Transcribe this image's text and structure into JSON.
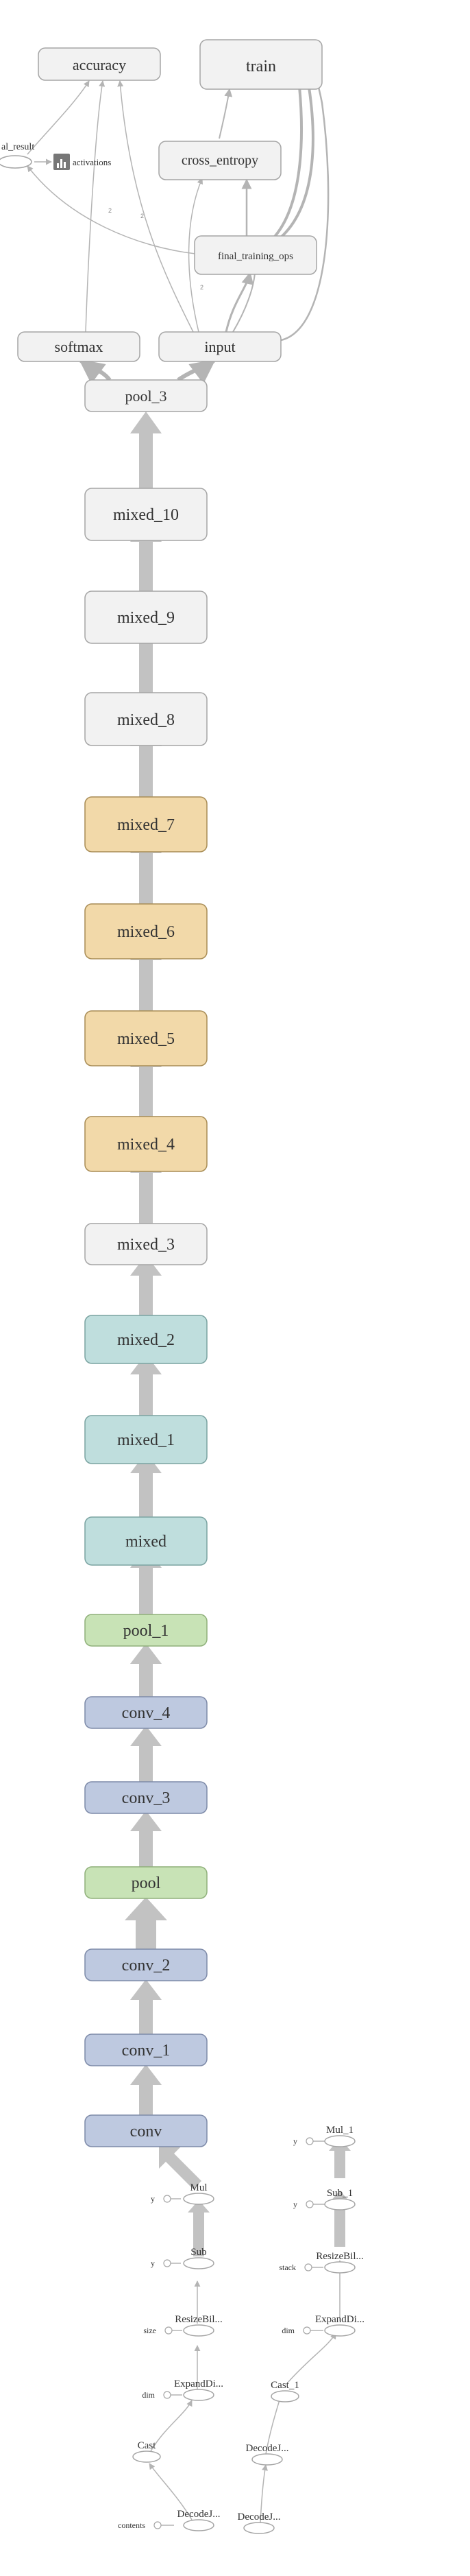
{
  "colors": {
    "gray": "#f2f2f2",
    "gray_stroke": "#a5a5a5",
    "orange": "#f2d9a9",
    "orange_stroke": "#a88c55",
    "teal": "#bfdedd",
    "teal_stroke": "#7aa3a1",
    "green": "#c8e3b6",
    "green_stroke": "#8fb07a",
    "blue": "#bec9e0",
    "blue_stroke": "#7d8aa8",
    "edge": "#b4b4b4",
    "text": "#333333"
  },
  "nodes": {
    "accuracy": "accuracy",
    "train": "train",
    "final_result": "al_result",
    "activations": "activations",
    "cross_entropy": "cross_entropy",
    "final_training_ops": "final_training_ops",
    "softmax": "softmax",
    "input": "input",
    "pool_3": "pool_3",
    "mixed_10": "mixed_10",
    "mixed_9": "mixed_9",
    "mixed_8": "mixed_8",
    "mixed_7": "mixed_7",
    "mixed_6": "mixed_6",
    "mixed_5": "mixed_5",
    "mixed_4": "mixed_4",
    "mixed_3": "mixed_3",
    "mixed_2": "mixed_2",
    "mixed_1": "mixed_1",
    "mixed": "mixed",
    "pool_1": "pool_1",
    "conv_4": "conv_4",
    "conv_3": "conv_3",
    "pool": "pool",
    "conv_2": "conv_2",
    "conv_1": "conv_1",
    "conv": "conv",
    "mul": "Mul",
    "sub": "Sub",
    "resize": "ResizeBil...",
    "expand": "ExpandDi...",
    "cast": "Cast",
    "decode": "DecodeJ...",
    "mul_1": "Mul_1",
    "sub_1": "Sub_1",
    "resize_1": "ResizeBil...",
    "expand_1": "ExpandDi...",
    "cast_1": "Cast_1",
    "decode_1a": "DecodeJ...",
    "decode_1b": "DecodeJ..."
  },
  "constants": {
    "y_a": "y",
    "y_b": "y",
    "size": "size",
    "dim_a": "dim",
    "contents": "contents",
    "y_c": "y",
    "y_d": "y",
    "stack": "stack",
    "dim_b": "dim"
  },
  "edge_labels": {
    "lbl_2_a": "2",
    "lbl_2_b": "2",
    "lbl_2_c": "2"
  }
}
